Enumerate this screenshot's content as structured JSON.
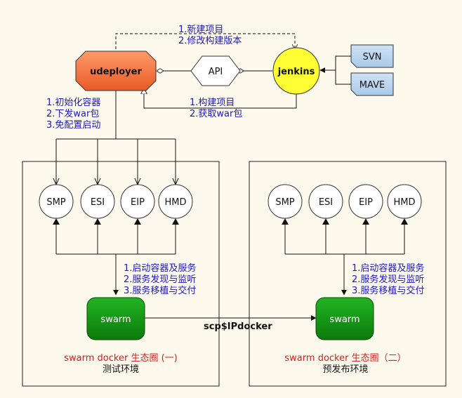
{
  "nodes": {
    "udeployer": "udeployer",
    "api": "API",
    "jenkins": "jenkins",
    "svn": "SVN",
    "mave": "MAVE",
    "env1_services": [
      "SMP",
      "ESI",
      "EIP",
      "HMD"
    ],
    "env2_services": [
      "SMP",
      "ESI",
      "EIP",
      "HMD"
    ],
    "swarm1": "swarm",
    "swarm2": "swarm"
  },
  "notes": {
    "top": [
      "1.新建项目",
      "2.修改构建版本"
    ],
    "build": [
      "1.构建项目",
      "2.获取war包"
    ],
    "init": [
      "1.初始化容器",
      "2.下发war包",
      "3.免配置启动"
    ],
    "start1": [
      "1.启动容器及服务",
      "2.服务发现与监听",
      "3.服务移植与交付"
    ],
    "start2": [
      "1.启动容器及服务",
      "2.服务发现与监听",
      "3.服务移植与交付"
    ],
    "scp": "scp$IPdocker"
  },
  "envs": [
    {
      "title": "swarm docker 生态圈 (一)",
      "subtitle": "测试环境"
    },
    {
      "title": "swarm docker 生态圈（二）",
      "subtitle": "预发布环境"
    }
  ],
  "colors": {
    "udeployer": "#f37a4a",
    "jenkins": "#ffff33",
    "svn_mave": "#b8d4ec",
    "swarm": "#129412",
    "note_text": "#1a1ab8",
    "env_title": "#d42020"
  }
}
